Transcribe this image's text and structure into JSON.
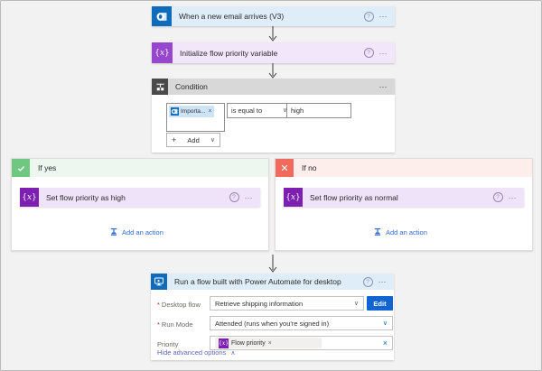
{
  "colors": {
    "canvas_bg": "#f3f2f2",
    "trigger_header_bg": "#dfedf9",
    "outlook_blue": "#0f6cbd",
    "variable_header_bg": "#f2e6fa",
    "variable_icon_purple": "#9647cd",
    "action_icon_purple": "#7d1fb0",
    "condition_header_bg": "#d8d8d8",
    "condition_icon_gray": "#4a4a4a",
    "if_yes_header_bg": "#edf7ef",
    "if_yes_icon_green": "#6fc87f",
    "if_no_header_bg": "#fdeeec",
    "if_no_icon_red": "#f2695e",
    "edit_button_blue": "#1065d2",
    "link_blue": "#2e6bd6"
  },
  "icons": {
    "help": "?",
    "more": "⋯",
    "close": "×",
    "add": "+",
    "chevron_down": "∨",
    "chevron_up": "∧"
  },
  "trigger": {
    "title": "When a new email arrives (V3)"
  },
  "variable": {
    "title": "Initialize flow priority variable"
  },
  "condition": {
    "title": "Condition",
    "operand_chip": "Importa...",
    "operator": "is equal to",
    "value": "high",
    "add_label": "Add"
  },
  "branches": {
    "yes": {
      "label": "If yes",
      "action_title": "Set flow priority as high",
      "add_action": "Add an action"
    },
    "no": {
      "label": "If no",
      "action_title": "Set flow priority as normal",
      "add_action": "Add an action"
    }
  },
  "desktop": {
    "title": "Run a flow built with Power Automate for desktop",
    "fields": [
      {
        "label": "Desktop flow",
        "required": "*",
        "value": "Retrieve shipping information",
        "button": "Edit"
      },
      {
        "label": "Run Mode",
        "required": "*",
        "value": "Attended (runs when you're signed in)"
      },
      {
        "label": "Priority",
        "chip": "Flow priority"
      }
    ],
    "hide_advanced": "Hide advanced options"
  }
}
